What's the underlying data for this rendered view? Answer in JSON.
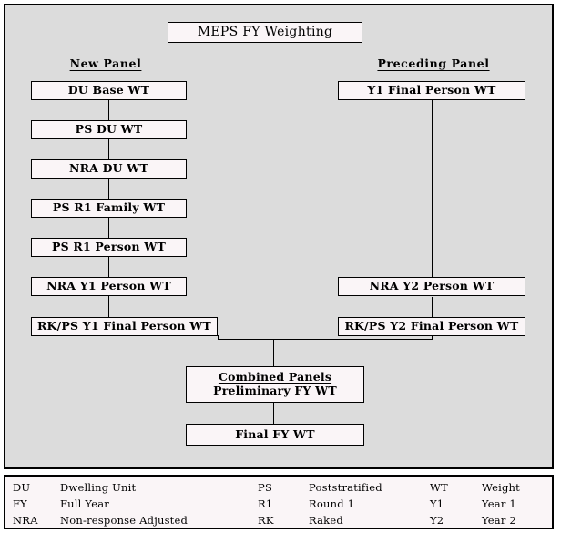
{
  "diagram": {
    "title": "MEPS FY Weighting",
    "columns": {
      "left_heading": "New  Panel",
      "right_heading": "Preceding  Panel"
    },
    "left_chain": [
      "DU Base  WT",
      "PS DU WT",
      "NRA  DU  WT",
      "PS R1 Family  WT",
      "PS R1 Person  WT",
      "NRA  Y1 Person  WT",
      "RK/PS  Y1 Final  Person  WT"
    ],
    "right_chain": [
      "Y1 Final  Person  WT",
      "NRA  Y2 Person  WT",
      "RK/PS  Y2 Final  Person  WT"
    ],
    "combined": {
      "line1": "Combined Panels",
      "line2": "Preliminary  FY WT"
    },
    "final": "Final FY WT"
  },
  "legend": {
    "rows": [
      {
        "abbr1": "DU",
        "def1": "Dwelling Unit",
        "abbr2": "PS",
        "def2": "Poststratified",
        "abbr3": "WT",
        "def3": "Weight"
      },
      {
        "abbr1": "FY",
        "def1": "Full Year",
        "abbr2": "R1",
        "def2": "Round 1",
        "abbr3": "Y1",
        "def3": "Year 1"
      },
      {
        "abbr1": "NRA",
        "def1": "Non-response  Adjusted",
        "abbr2": "RK",
        "def2": "Raked",
        "abbr3": "Y2",
        "def3": "Year 2"
      }
    ]
  },
  "colors": {
    "panel_background": "#dcdcdc",
    "box_fill": "#faf5f7",
    "stroke": "#000000",
    "page_background": "#ffffff"
  }
}
